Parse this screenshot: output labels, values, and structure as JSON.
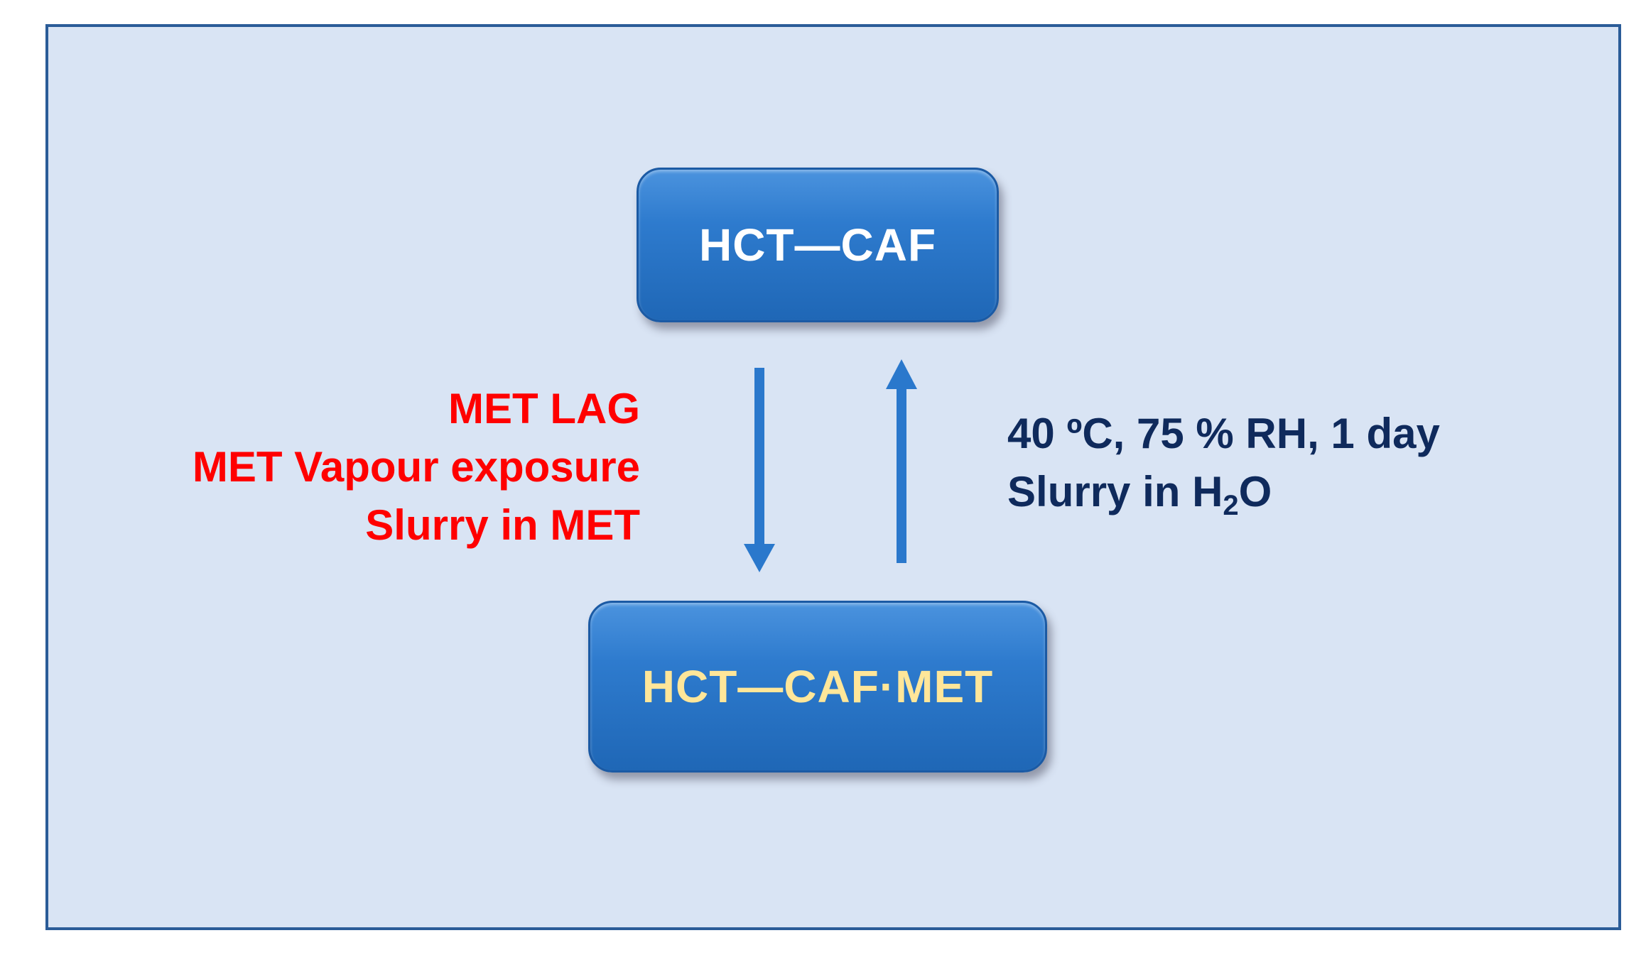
{
  "nodes": {
    "top": "HCT—CAF",
    "bottom": "HCT—CAF·MET"
  },
  "conditions_forward": [
    "MET LAG",
    "MET Vapour exposure",
    "Slurry in MET"
  ],
  "conditions_reverse": {
    "line1": "40 ºC, 75 % RH, 1 day",
    "line2_prefix": "Slurry in H",
    "line2_sub": "2",
    "line2_suffix": "O"
  },
  "colors": {
    "panel_background": "#d9e4f4",
    "panel_border": "#2b5c98",
    "node_fill": "#2e7bce",
    "node_top_text": "#ffffff",
    "node_bottom_text": "#ffe699",
    "forward_text": "#ff0000",
    "reverse_text": "#0f2a5c",
    "arrow": "#2a78cc"
  }
}
